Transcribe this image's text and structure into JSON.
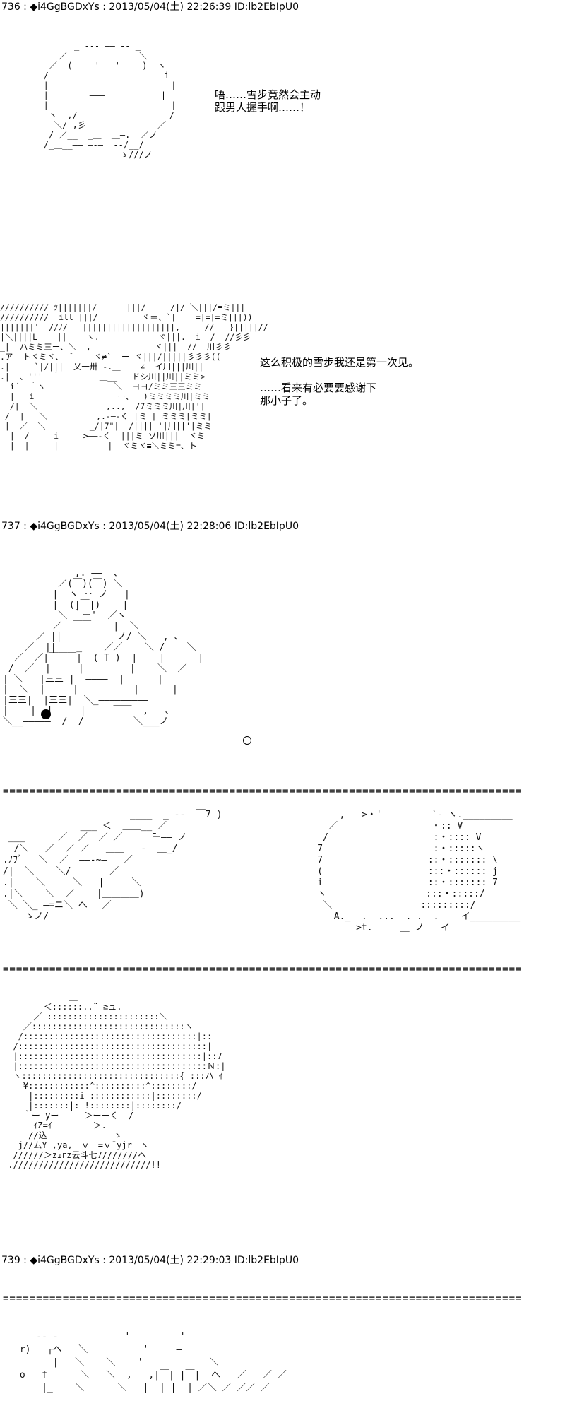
{
  "posts": [
    {
      "header": "736 : ◆i4GgBGDxYs : 2013/05/04(土) 22:26:39 ID:lb2EbIpU0"
    },
    {
      "header": "737 : ◆i4GgBGDxYs : 2013/05/04(土) 22:28:06 ID:lb2EbIpU0"
    },
    {
      "header": "739 : ◆i4GgBGDxYs : 2013/05/04(土) 22:29:03 ID:lb2EbIpU0"
    }
  ],
  "dialog": {
    "line1": "唔……雪步竟然会主动",
    "line2": "跟男人握手啊……！",
    "line3": "这么积极的雪步我还是第一次见。",
    "line4": "……看来有必要要感谢下",
    "line5": "那小子了。"
  },
  "divider": "====================================================================================================",
  "art": {
    "blob": "         _ --- ―― -- _\n      ／              ＼\n    ／  (￣￣ '   ' ￣￣)  ヽ\n   /     ￣￣      ￣￣     i\n   |                        |\n   |        ―――           |\n   |                        |\n    ヽ  ,/                  /\n     ＼/ ,彡              ／\n    / ／__  _＿  ＿―.  ／ノ\n   /_＿__―― ―-―  --/__/\n                  ゝ///ノ\n                      ￣",
    "crowd": "////////// ﾂ|||||||/      |||/     /|/ ＼|||/≡ミ|||\n//////////  ill |||/         ヾ＝、`|    =|=|=ミ|||))\n|||||||'  //ﾉ/   |||||||||||||||||||,     //   }|||||//\n|＼||||L    ||    ヽ.            ヾ|||.  i  /  //彡彡\n_|  ハミミ三ー、＼  ,             ヾ|||  //  川彡彡\n.ア  トヾミヾ、  ﾞ    ヾ≠`  ー ヾ|||/|||||彡彡彡((\n.|     `|/|||  乂一卅―‐.＿    ∠  イ川|||川||\n.|  、'''  ｀        ＿__   ドシ川||川||ミミ>\n  i´  ｀ヽ              ＼  ヨヨ/ミミ三三ミミ\n  |   i                 ー、  )ミミミミ川|ミミ\n  /|  ＼              ,..,  /7ミミミ川|川|'|\n /  |   ＼          ,.-―‐く |ミ | ミミミ|ミミ|\n |  ／  ＼         _/|7\"|  /|||| '|川||'|ミミ\n  |  /     i     >――‐く  |||ミ ソ川|||  ヾミ\n  |  |     |          |  ヾミヾ≡＼ミミ=、ト",
    "gorilla": "             ,. ――  、\n          ／(￣)(￣) ＼\n         |  ヽ ‥ ノ   |\n         |  (|￣|)    |\n          ＼ ｀ー'  ／ヽ\n         ／  ￣￣    |  ＼\n      ／ ||          ノ/ ＼   ,―、\n    ／  ||  ＿_    ／／    ＼ /    ＼\n  ／  ／|￣￣￣|  ( T )  |    |      |\n /  ／  |     |  ￣￣   |    ＼  ／\n| ＼   |三三 |  ――――  |      |\n|  ＼  |     |          |      |――\n|三三|  |三三|  ＼_―――――――――\n|    |  |     |     ￣￣  ,―――、\n＼__―――――  /  /  ￣￣￣  ＼___ノ",
    "fight_left": "                       ____  _ --  ￣7 )\n              ___ ＜  ＿＿__ ／\n ___      ／  ／  ／ ／ ￣￣ ̄ー―― ノ\n  /＼   ／  ／ ／   ＿＿ ――‐  ＿_/\n.ﾉﾌﾞ   ＼  ／  ――‐~―   ／\n/|  ＼    ＼/       ／\n.|    ＼     ＼   |￣￣￣＼\n.|＼    ＼  ／    |＿＿＿＿)\n ＼ ＼_ ―=ニ＼ へ ＿／\n    ゝノ/",
    "fight_right": "        ,   >・'         `- ヽ._________\n      ／                 ・:: V\n     /                   :・:::: V\n    7                    :・:::::ヽ\n    7                   ::・::::::: \\\n    (                   :::・:::::: j\n    i                   ::・::::::: 7\n    ヽ                  :::・:::::/\n     ＼                :::::::::/\n       A._  .  ...  . .  .    イ_________\n           >t.     ＿ ノ   イ",
    "big_dot": "             ＿\n        ＜::::::..¨ ≧ュ.\n      ／ ::::::::::::::::::::::＼\n    ／::::::::::::::::::::::::::::::ヽ\n   /::::::::::::::::::::::::::::::::::|::\n  /:::::::::::::::::::::::::::::::::::::|\n  |::::::::::::::::::::::::::::::::::::|::7\n  |:::::::::::::::::::::::::::::::::::::Ｎ:|\n  ヽ:::::::::::::::::::::::::::::::{ :::ハ ｲ\n    ¥::::::::::::^::::::::::^::::::::/\n     |:::::::::i ::::::::::::|::::::::/\n     |:::::::|: !::::::::|::::::::/\n    ｀ー‐yー―    ＞ー一く  /\n      ｲZ=ｲ        ＞.\n     //込             ゝ\n   j//ムY ,ya,－ｖ－=ｖ¯yjr－ヽ\n  //////＞zｭrz云斗七7///////ヘ\n .///////////////////////////!!",
    "bottom": "      ＿\n    -- -            '         '\n r)   ┌ヘ   ＼          '     ―\n       |   ＼    ＼    '            ＼\n o   f      ＼   ＼  ,   ,|￣| |￣|  ヘ   ／   ／ ／\n     |_    ＼      ＼ ― |  | |  | ／＼ ／ ／／ ／"
  }
}
